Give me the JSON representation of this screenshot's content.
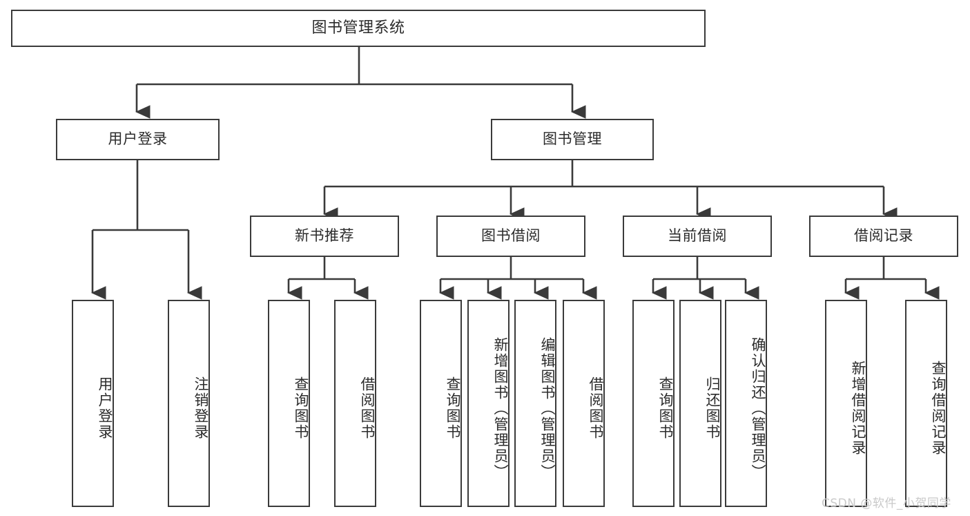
{
  "diagram": {
    "title": "图书管理系统",
    "watermark": "CSDN @软件_小贺同学",
    "level1": {
      "label": "图书管理系统"
    },
    "level2": [
      {
        "label": "用户登录"
      },
      {
        "label": "图书管理"
      }
    ],
    "level3": [
      {
        "label": "新书推荐"
      },
      {
        "label": "图书借阅"
      },
      {
        "label": "当前借阅"
      },
      {
        "label": "借阅记录"
      }
    ],
    "leaves": {
      "user_login": [
        {
          "label": "用户登录"
        },
        {
          "label": "注销登录"
        }
      ],
      "new_book_recommend": [
        {
          "label": "查询图书"
        },
        {
          "label": "借阅图书"
        }
      ],
      "book_borrow": [
        {
          "label": "查询图书"
        },
        {
          "label": "新增图书（管理员）"
        },
        {
          "label": "编辑图书（管理员）"
        },
        {
          "label": "借阅图书"
        }
      ],
      "current_borrow": [
        {
          "label": "查询图书"
        },
        {
          "label": "归还图书"
        },
        {
          "label": "确认归还（管理员）"
        }
      ],
      "borrow_record": [
        {
          "label": "新增借阅记录"
        },
        {
          "label": "查询借阅记录"
        }
      ]
    },
    "colors": {
      "stroke": "#3a3a3a",
      "text": "#2b2b2b",
      "background": "#ffffff",
      "watermark": "#c9c9c9"
    }
  }
}
